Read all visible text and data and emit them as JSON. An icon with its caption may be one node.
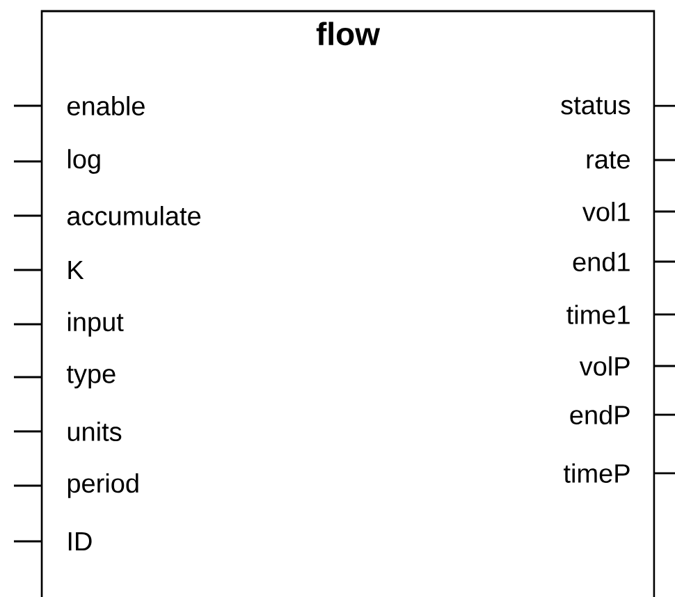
{
  "diagram": {
    "nodes": [
      {
        "text": [
          "flow"
        ]
      }
    ],
    "labels": [
      "enable",
      "status",
      "log",
      "rate",
      "accumulate",
      "vol1",
      "K",
      "end1",
      "input",
      "time1",
      "type",
      "volP",
      "units",
      "endP",
      "period",
      "timeP",
      "ID"
    ]
  }
}
